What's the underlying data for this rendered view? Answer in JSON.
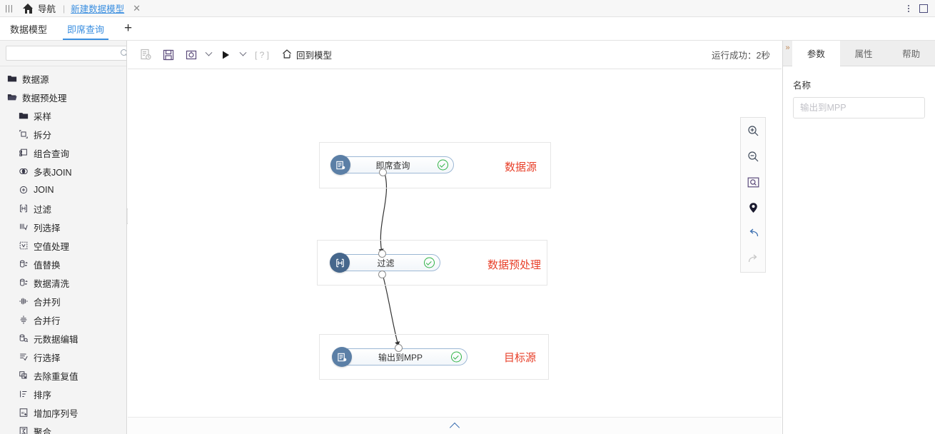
{
  "topbar": {
    "grip_icon": "grip-icon",
    "home_icon": "home-icon",
    "nav_label": "导航",
    "separator": "|",
    "doc_title": "新建数据模型",
    "close_icon": "✕",
    "more_icon": "more-vertical-icon",
    "maximize_icon": "maximize-icon"
  },
  "tabs": {
    "items": [
      {
        "label": "数据模型",
        "active": false
      },
      {
        "label": "即席查询",
        "active": true
      }
    ],
    "add_label": "+"
  },
  "sidebar": {
    "search": {
      "value": "",
      "placeholder": ""
    },
    "refresh_icon": "refresh-icon",
    "tree": [
      {
        "label": "数据源",
        "level": 0,
        "icon": "folder-closed-icon"
      },
      {
        "label": "数据预处理",
        "level": 0,
        "icon": "folder-open-icon"
      },
      {
        "label": "采样",
        "level": 1,
        "icon": "folder-closed-icon"
      },
      {
        "label": "拆分",
        "level": 1,
        "icon": "split-icon"
      },
      {
        "label": "组合查询",
        "level": 1,
        "icon": "combine-query-icon"
      },
      {
        "label": "多表JOIN",
        "level": 1,
        "icon": "multi-join-icon"
      },
      {
        "label": "JOIN",
        "level": 1,
        "icon": "join-icon"
      },
      {
        "label": "过滤",
        "level": 1,
        "icon": "filter-icon"
      },
      {
        "label": "列选择",
        "level": 1,
        "icon": "column-select-icon"
      },
      {
        "label": "空值处理",
        "level": 1,
        "icon": "null-handling-icon"
      },
      {
        "label": "值替换",
        "level": 1,
        "icon": "value-replace-icon"
      },
      {
        "label": "数据清洗",
        "level": 1,
        "icon": "data-clean-icon"
      },
      {
        "label": "合并列",
        "level": 1,
        "icon": "merge-column-icon"
      },
      {
        "label": "合并行",
        "level": 1,
        "icon": "merge-row-icon"
      },
      {
        "label": "元数据编辑",
        "level": 1,
        "icon": "metadata-edit-icon"
      },
      {
        "label": "行选择",
        "level": 1,
        "icon": "row-select-icon"
      },
      {
        "label": "去除重复值",
        "level": 1,
        "icon": "dedupe-icon"
      },
      {
        "label": "排序",
        "level": 1,
        "icon": "sort-icon"
      },
      {
        "label": "增加序列号",
        "level": 1,
        "icon": "add-sequence-icon"
      },
      {
        "label": "聚合",
        "level": 1,
        "icon": "aggregate-icon"
      }
    ]
  },
  "toolbar": {
    "buttons": [
      {
        "name": "history-icon",
        "enabled": false
      },
      {
        "name": "save-icon",
        "enabled": true
      },
      {
        "name": "settings-icon",
        "enabled": true
      },
      {
        "name": "run-icon",
        "enabled": true
      }
    ],
    "help_label": "[ ? ]",
    "back_to_model_label": "回到模型",
    "back_to_model_icon": "home-back-icon",
    "run_status": "运行成功：2秒"
  },
  "canvas": {
    "groups": [
      {
        "label": "数据源",
        "label_color": "#e8402a"
      },
      {
        "label": "数据预处理",
        "label_color": "#e8402a"
      },
      {
        "label": "目标源",
        "label_color": "#e8402a"
      }
    ],
    "nodes": [
      {
        "label": "即席查询",
        "icon": "database-node-icon",
        "status": "success"
      },
      {
        "label": "过滤",
        "icon": "filter-node-icon",
        "status": "success"
      },
      {
        "label": "输出到MPP",
        "icon": "database-node-icon",
        "status": "success"
      }
    ],
    "zoom_tools": [
      {
        "name": "zoom-in-icon",
        "enabled": true
      },
      {
        "name": "zoom-out-icon",
        "enabled": true
      },
      {
        "name": "fit-screen-icon",
        "enabled": true
      },
      {
        "name": "locate-icon",
        "enabled": true
      },
      {
        "name": "undo-icon",
        "enabled": true
      },
      {
        "name": "redo-icon",
        "enabled": false
      }
    ],
    "collapse_icon": "chevron-up-icon"
  },
  "right_panel": {
    "collapse_icon": "chevron-double-right-icon",
    "tabs": [
      {
        "label": "参数",
        "active": true
      },
      {
        "label": "属性",
        "active": false
      },
      {
        "label": "帮助",
        "active": false
      }
    ],
    "name_label": "名称",
    "name_value": "",
    "name_placeholder": "输出到MPP"
  },
  "colors": {
    "accent_blue": "#3b8fe0",
    "group_label_red": "#e8402a",
    "node_icon_blue": "#5b7fa6",
    "success_green": "#2fb344"
  }
}
